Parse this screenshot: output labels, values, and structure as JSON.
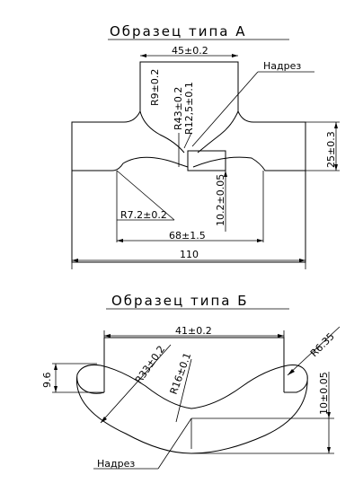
{
  "diagram": {
    "part_a": {
      "title": "Образец типа А",
      "notch_label": "Надрез",
      "dim_top_width": "45±0.2",
      "dim_r_left": "R9±0.2",
      "dim_r43": "R43±0.2",
      "dim_r12": "R12,5±0.1",
      "dim_height": "25±0.3",
      "dim_r7": "R7.2±0.2",
      "dim_notch_depth": "10.2±0.05",
      "dim_base": "68±1.5",
      "dim_total": "110"
    },
    "part_b": {
      "title": "Образец типа Б",
      "dim_top_width": "41±0.2",
      "dim_r6": "R6.35",
      "dim_side": "9.6",
      "dim_r33": "R33±0.2",
      "dim_r16": "R16±0.1",
      "dim_depth": "10±0.05",
      "notch_label": "Надрез"
    }
  }
}
